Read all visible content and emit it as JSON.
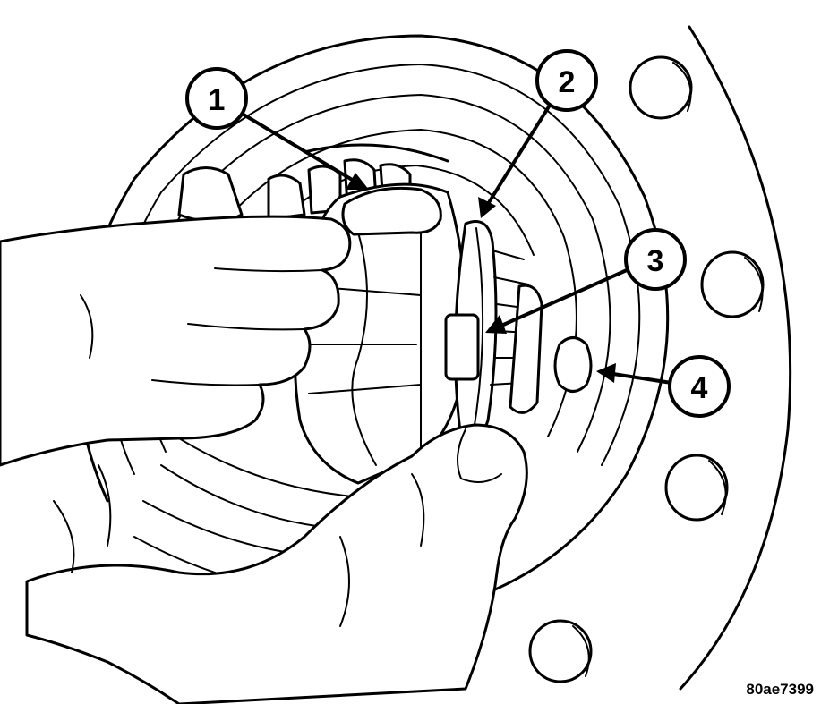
{
  "callouts": [
    {
      "label": "1"
    },
    {
      "label": "2"
    },
    {
      "label": "3"
    },
    {
      "label": "4"
    }
  ],
  "figure_id": "80ae7399",
  "colors": {
    "line": "#000000",
    "background": "#ffffff"
  }
}
